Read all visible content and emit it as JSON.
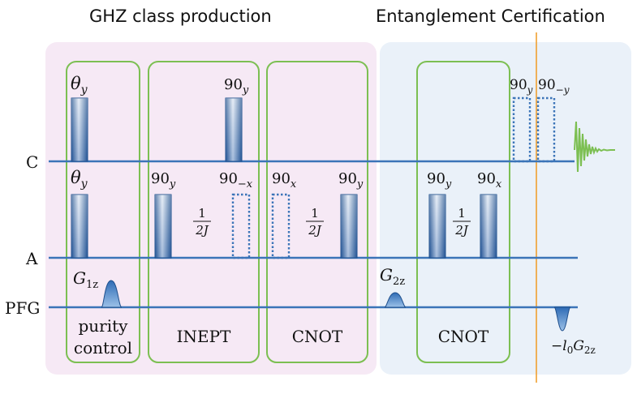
{
  "titles": {
    "left": "GHZ class production",
    "right": "Entanglement Certification"
  },
  "channels": {
    "c": "C",
    "a": "A",
    "pfg": "PFG"
  },
  "blocks": {
    "purity_line1": "purity",
    "purity_line2": "control",
    "inept": "INEPT",
    "cnot1": "CNOT",
    "cnot2": "CNOT"
  },
  "pulses": {
    "theta": "θ",
    "theta_sub": "y",
    "ninety": "90",
    "sub_y": "y",
    "sub_x": "x",
    "sub_mx": "−x",
    "sub_my": "−y"
  },
  "delays": {
    "num": "1",
    "den": "2J"
  },
  "gradients": {
    "g1": "G",
    "g1_sub": "1z",
    "g2": "G",
    "g2_sub": "2z",
    "final": "−l",
    "final_sub0": "0",
    "final_g": "G",
    "final_sub": "2z"
  },
  "colors": {
    "left_bg": "#f6e9f5",
    "right_bg": "#eaf1f9",
    "block_border": "#7cbf52",
    "line": "#3b74b8",
    "divider": "#f0a030",
    "fid": "#7cbf52"
  }
}
